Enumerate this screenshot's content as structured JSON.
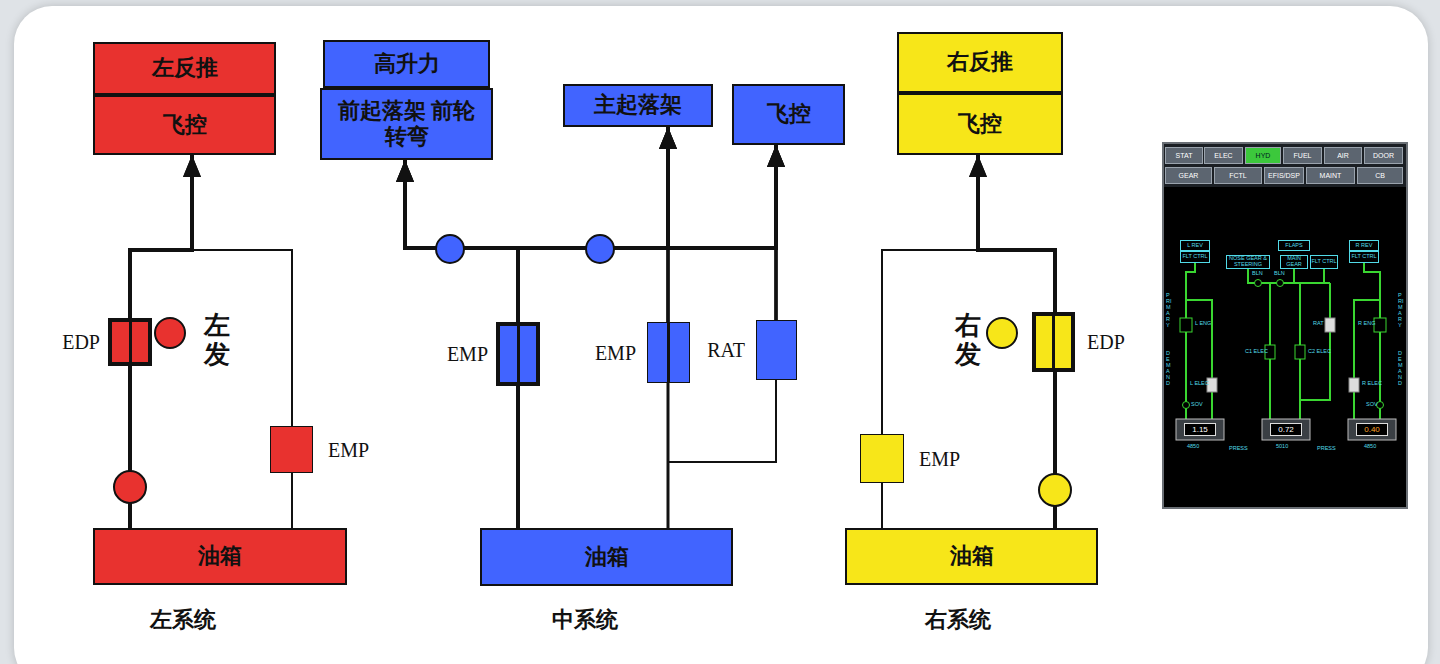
{
  "diagram": {
    "nodes": [
      {
        "text": [
          "左反推"
        ]
      },
      {
        "text": [
          "飞控"
        ]
      },
      {
        "text": [
          "高升力"
        ]
      },
      {
        "text": [
          "前起落架 前轮转弯"
        ]
      },
      {
        "text": [
          "主起落架"
        ]
      },
      {
        "text": [
          "飞控"
        ]
      },
      {
        "text": [
          "右反推"
        ]
      },
      {
        "text": [
          "飞控"
        ]
      },
      {
        "text": [
          "EDP"
        ]
      },
      {
        "text": [
          "EMP"
        ]
      },
      {
        "text": [
          "EMP"
        ]
      },
      {
        "text": [
          "EMP"
        ]
      },
      {
        "text": [
          "RAT"
        ]
      },
      {
        "text": [
          "EDP"
        ]
      },
      {
        "text": [
          "EMP"
        ]
      },
      {
        "text": [
          "油箱"
        ]
      },
      {
        "text": [
          "油箱"
        ]
      },
      {
        "text": [
          "油箱"
        ]
      }
    ],
    "edges": [
      {
        "from": 15,
        "to": 8,
        "arrow": "none"
      },
      {
        "from": 8,
        "to": 1,
        "arrow": "to"
      },
      {
        "from": 15,
        "to": 9,
        "arrow": "none"
      },
      {
        "from": 9,
        "to": 1,
        "arrow": "to"
      },
      {
        "from": 16,
        "to": 10,
        "arrow": "none"
      },
      {
        "from": 16,
        "to": 11,
        "arrow": "none"
      },
      {
        "from": 16,
        "to": 12,
        "arrow": "none"
      },
      {
        "from": 10,
        "to": 3,
        "arrow": "to"
      },
      {
        "from": 10,
        "to": 4,
        "arrow": "to"
      },
      {
        "from": 10,
        "to": 5,
        "arrow": "to"
      },
      {
        "from": 11,
        "to": 3,
        "arrow": "to"
      },
      {
        "from": 11,
        "to": 4,
        "arrow": "to"
      },
      {
        "from": 11,
        "to": 5,
        "arrow": "to"
      },
      {
        "from": 12,
        "to": 3,
        "arrow": "to"
      },
      {
        "from": 12,
        "to": 4,
        "arrow": "to"
      },
      {
        "from": 12,
        "to": 5,
        "arrow": "to"
      },
      {
        "from": 17,
        "to": 13,
        "arrow": "none"
      },
      {
        "from": 13,
        "to": 7,
        "arrow": "to"
      },
      {
        "from": 17,
        "to": 14,
        "arrow": "none"
      },
      {
        "from": 14,
        "to": 7,
        "arrow": "to"
      }
    ],
    "labels": [
      "左系统",
      "中系统",
      "右系统",
      "左发",
      "右发",
      "STAT",
      "ELEC",
      "HYD",
      "FUEL",
      "AIR",
      "DOOR",
      "GEAR",
      "FCTL",
      "EFIS/DSP",
      "MAINT",
      "CB",
      "L REV",
      "FLT CTRL",
      "NOSE GEAR & STEERING",
      "FLAPS",
      "MAIN GEAR",
      "FLT CTRL",
      "R REV",
      "FLT CTRL",
      "BLN",
      "BLN",
      "L ENG",
      "C1 ELEC",
      "C2 ELEC",
      "RAT",
      "R ENG",
      "L ELEC",
      "R ELEC",
      "SOV",
      "SOV",
      "1.15",
      "0.72",
      "0.40",
      "4850",
      "PRESS",
      "5010",
      "PRESS",
      "4850",
      "PRIMARY",
      "DEMAND",
      "PRIMARY",
      "DEMAND"
    ]
  }
}
